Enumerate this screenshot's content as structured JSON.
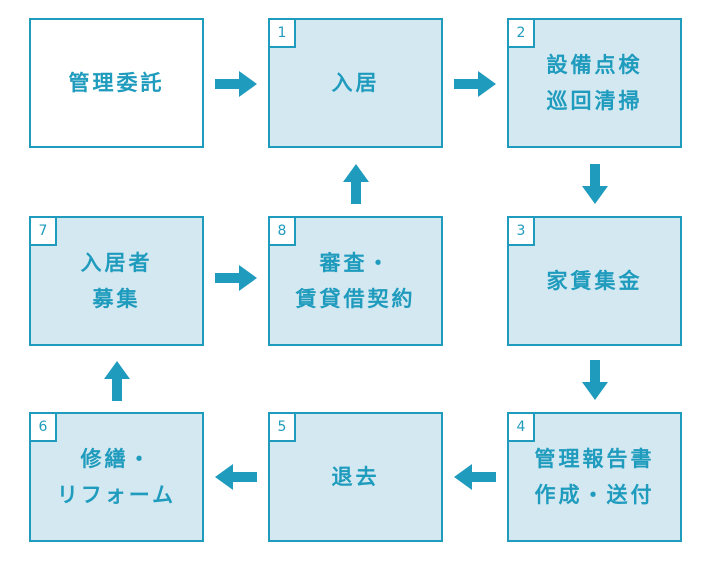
{
  "colors": {
    "accent": "#1f9bbd",
    "box_fill": "#d3e8f1",
    "plain_fill": "#ffffff"
  },
  "boxes": {
    "start": {
      "lines": [
        "管理委託"
      ]
    },
    "s1": {
      "num": "1",
      "lines": [
        "入居"
      ]
    },
    "s2": {
      "num": "2",
      "lines": [
        "設備点検",
        "巡回清掃"
      ]
    },
    "s3": {
      "num": "3",
      "lines": [
        "家賃集金"
      ]
    },
    "s4": {
      "num": "4",
      "lines": [
        "管理報告書",
        "作成・送付"
      ]
    },
    "s5": {
      "num": "5",
      "lines": [
        "退去"
      ]
    },
    "s6": {
      "num": "6",
      "lines": [
        "修繕・",
        "リフォーム"
      ]
    },
    "s7": {
      "num": "7",
      "lines": [
        "入居者",
        "募集"
      ]
    },
    "s8": {
      "num": "8",
      "lines": [
        "審査・",
        "賃貸借契約"
      ]
    }
  },
  "arrows": [
    "right",
    "right",
    "down",
    "down",
    "left",
    "left",
    "up",
    "right",
    "up"
  ]
}
